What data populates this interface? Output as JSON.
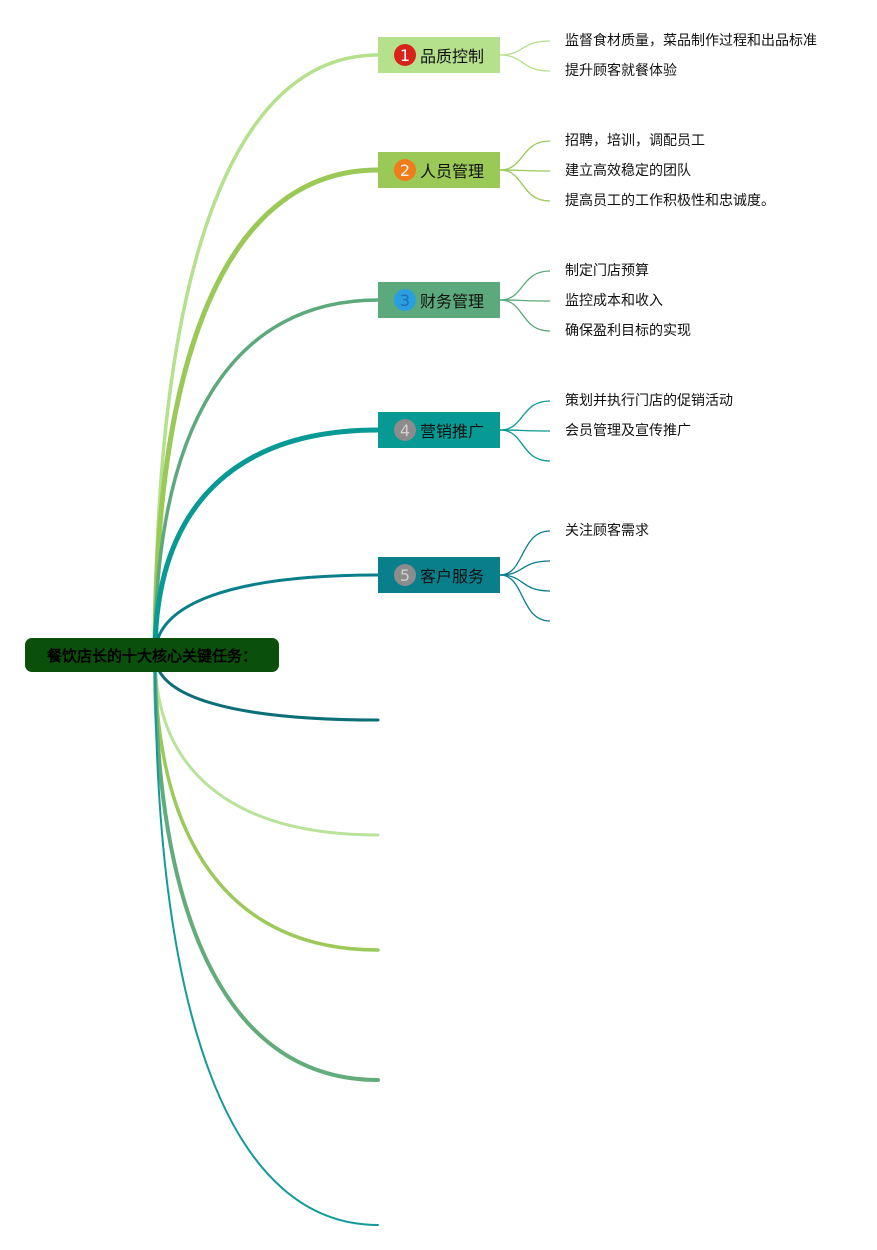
{
  "root": {
    "label": "餐饮店长的十大核心关键任务："
  },
  "colors": {
    "root_bg": "#0a4f0a",
    "branch_colors": [
      "#b5e08c",
      "#9bc958",
      "#5ba97c",
      "#079a94",
      "#0a7f8c",
      "#0c6e76",
      "#b9e29a",
      "#9cc95a",
      "#62ab7a",
      "#139a99"
    ]
  },
  "topics": [
    {
      "label": "品质控制",
      "number": "1",
      "badge_color": "#d7231a",
      "badge_text_color": "#ffffff",
      "bg": "#b5e08c",
      "line_color": "#b5e08c",
      "leaves": [
        "监督食材质量，菜品制作过程和出品标准",
        "提升顾客就餐体验"
      ]
    },
    {
      "label": "人员管理",
      "number": "2",
      "badge_color": "#f07d1a",
      "badge_text_color": "#f2f2f2",
      "bg": "#9bc958",
      "line_color": "#9bc958",
      "leaves": [
        "招聘，培训，调配员工",
        "建立高效稳定的团队",
        "提高员工的工作积极性和忠诚度。"
      ]
    },
    {
      "label": "财务管理",
      "number": "3",
      "badge_color": "#2a9fe0",
      "badge_text_color": "#1a6fb0",
      "bg": "#5ba97c",
      "line_color": "#5ba97c",
      "leaves": [
        "制定门店预算",
        "监控成本和收入",
        "确保盈利目标的实现"
      ]
    },
    {
      "label": "营销推广",
      "number": "4",
      "badge_color": "#8c8c8c",
      "badge_text_color": "#cfcfcf",
      "bg": "#079a94",
      "line_color": "#079a94",
      "leaves": [
        "策划并执行门店的促销活动",
        "会员管理及宣传推广",
        ""
      ]
    },
    {
      "label": "客户服务",
      "number": "5",
      "badge_color": "#8c8c8c",
      "badge_text_color": "#cfcfcf",
      "bg": "#0a7f8c",
      "line_color": "#0a7f8c",
      "leaves": [
        "关注顾客需求",
        "",
        "",
        ""
      ]
    }
  ]
}
